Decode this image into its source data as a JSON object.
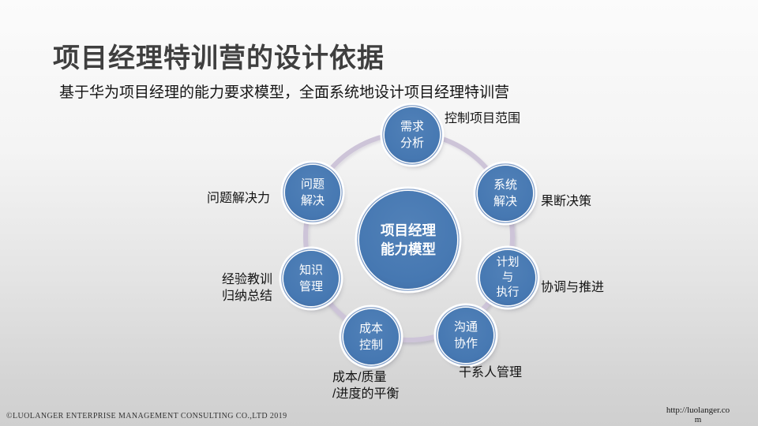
{
  "slide": {
    "title": "项目经理特训营的设计依据",
    "subtitle": "基于华为项目经理的能力要求模型，全面系统地设计项目经理特训营"
  },
  "diagram": {
    "center_node": {
      "lines": [
        "项目经理",
        "能力模型"
      ]
    },
    "nodes": [
      {
        "lines": [
          "需求",
          "分析"
        ],
        "callout_lines": [
          "控制项目范围"
        ]
      },
      {
        "lines": [
          "系统",
          "解决"
        ],
        "callout_lines": [
          "果断决策"
        ]
      },
      {
        "lines": [
          "计划",
          "与",
          "执行"
        ],
        "callout_lines": [
          "协调与推进"
        ]
      },
      {
        "lines": [
          "沟通",
          "协作"
        ],
        "callout_lines": [
          "干系人管理"
        ]
      },
      {
        "lines": [
          "成本",
          "控制"
        ],
        "callout_lines": [
          "成本/质量",
          "/进度的平衡"
        ]
      },
      {
        "lines": [
          "知识",
          "管理"
        ],
        "callout_lines": [
          "经验教训",
          "归纳总结"
        ]
      },
      {
        "lines": [
          "问题",
          "解决"
        ],
        "callout_lines": [
          "问题解决力"
        ]
      }
    ],
    "colors": {
      "node_fill": "#4678b2",
      "node_thin_ring": "#87a3cb",
      "cycle_ring": "#cdc4d8",
      "title_text": "#3f3f3f"
    }
  },
  "footer": {
    "copyright": "©LUOLANGER  ENTERPRISE MANAGEMENT CONSULTING CO.,LTD  2019",
    "url_lines": [
      "http://luolanger.co",
      "m"
    ]
  }
}
